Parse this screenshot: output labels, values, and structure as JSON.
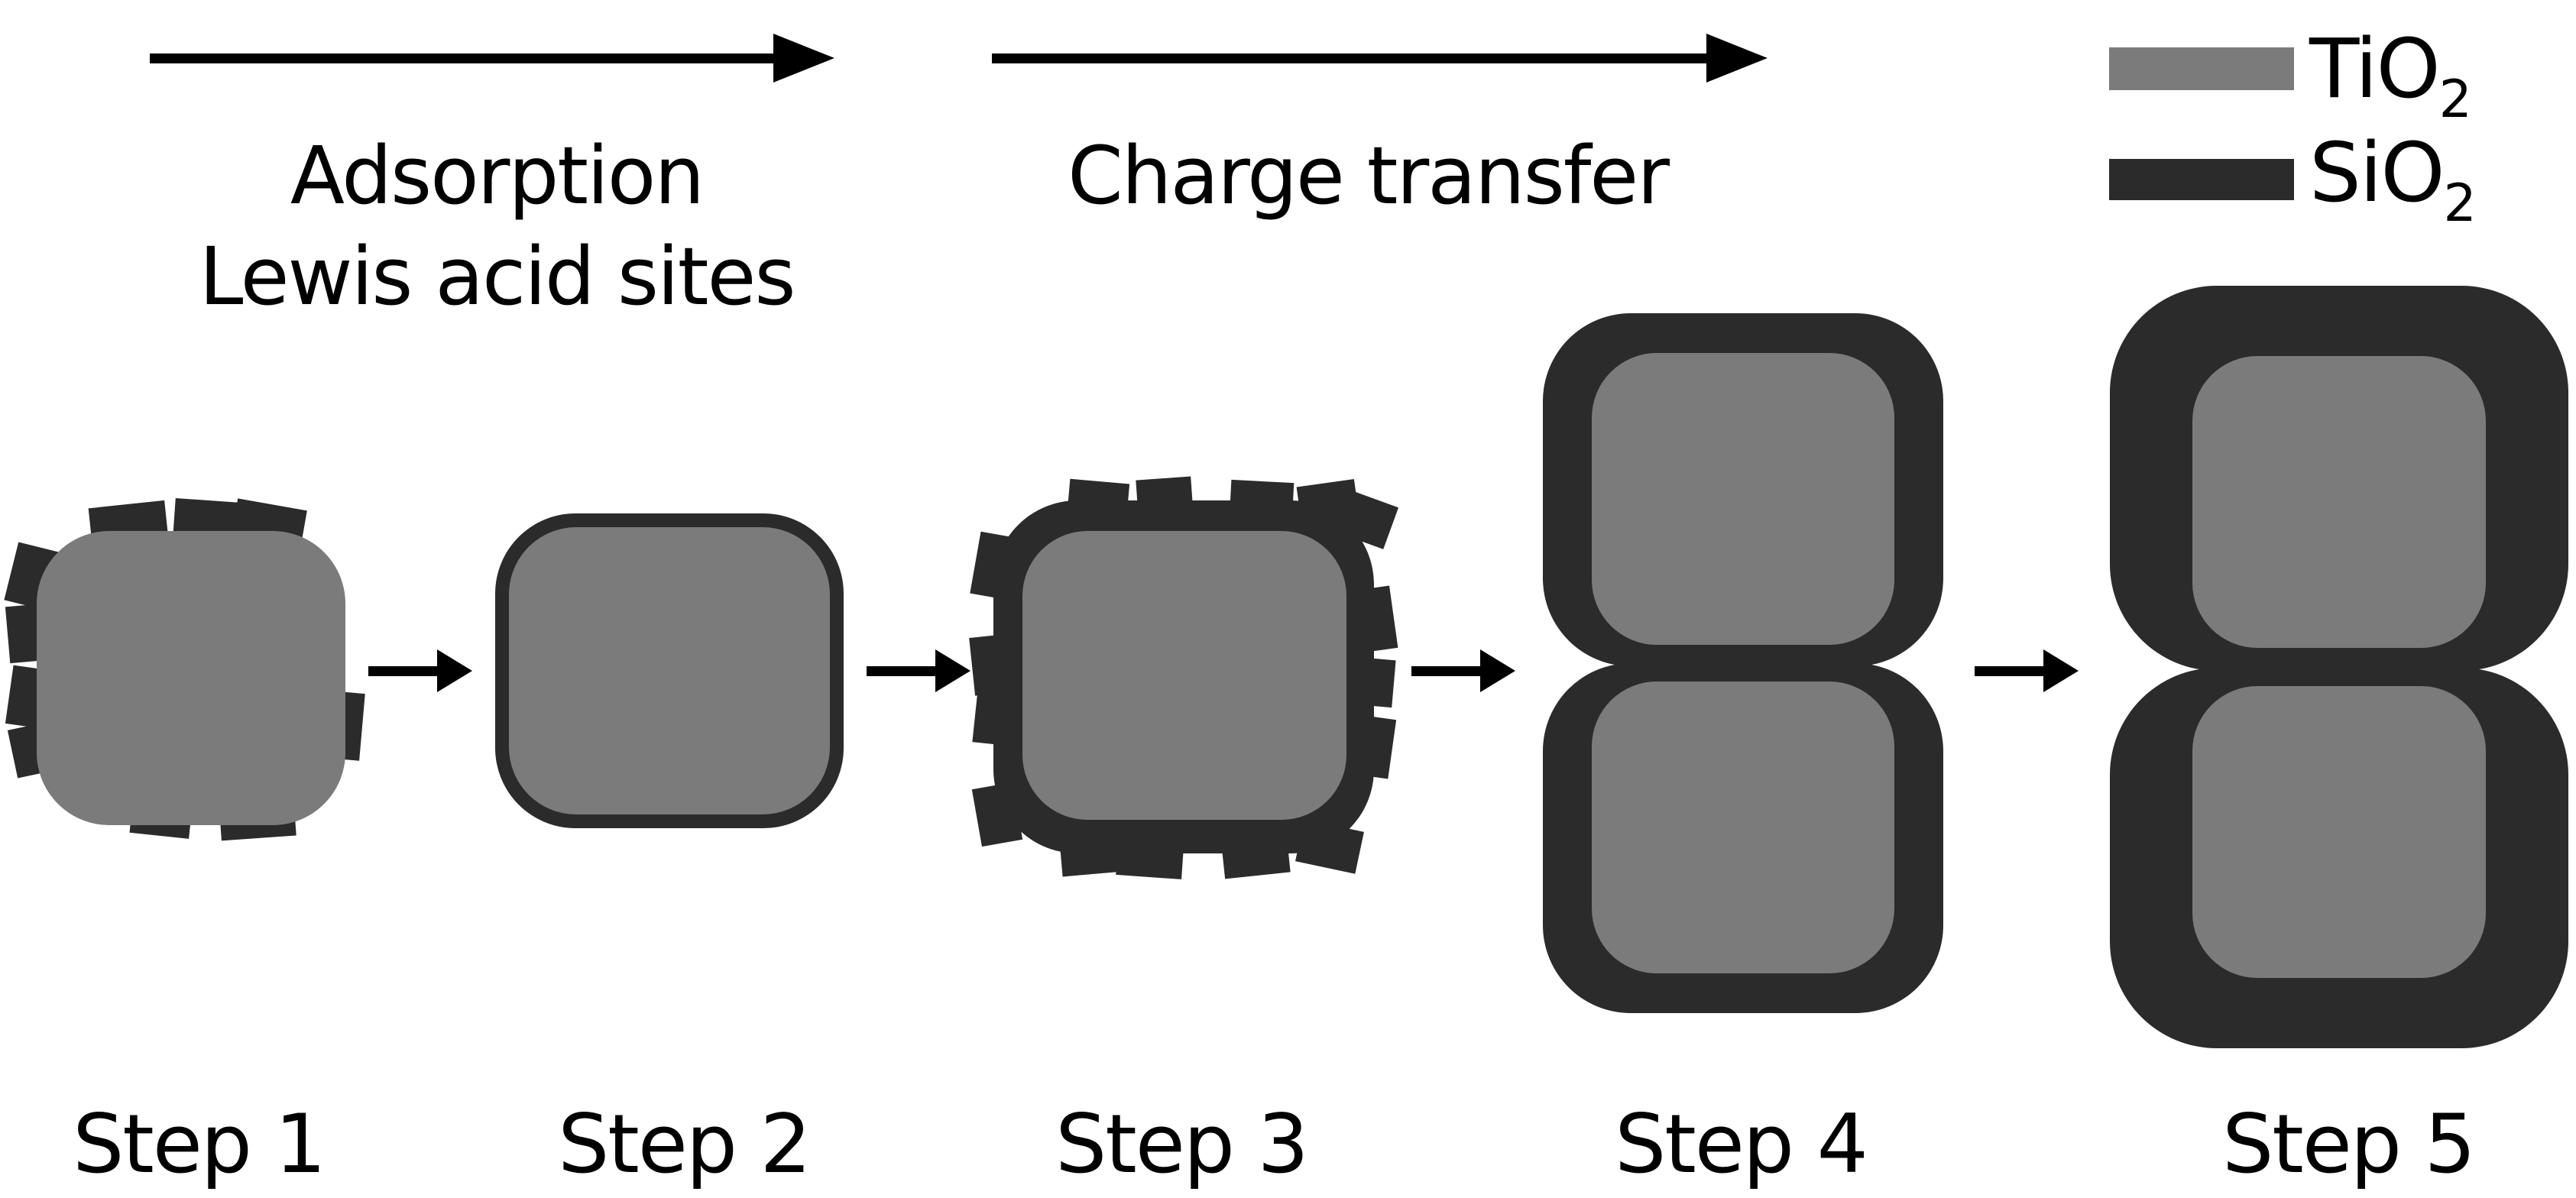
{
  "colors": {
    "tio2": "#7b7b7b",
    "sio2": "#2b2b2b",
    "ink": "#000000",
    "background": "#ffffff"
  },
  "annotations": {
    "stage1_line1": "Adsorption",
    "stage1_line2": "Lewis acid sites",
    "stage2": "Charge transfer"
  },
  "legend": {
    "items": [
      {
        "formula_base": "TiO",
        "formula_sub": "2",
        "color": "#7b7b7b"
      },
      {
        "formula_base": "SiO",
        "formula_sub": "2",
        "color": "#2b2b2b"
      }
    ]
  },
  "steps": [
    {
      "label": "Step 1"
    },
    {
      "label": "Step 2"
    },
    {
      "label": "Step 3"
    },
    {
      "label": "Step 4"
    },
    {
      "label": "Step 5"
    }
  ],
  "icons": {
    "process_arrow": "arrow-right",
    "step_arrow": "arrow-right"
  }
}
